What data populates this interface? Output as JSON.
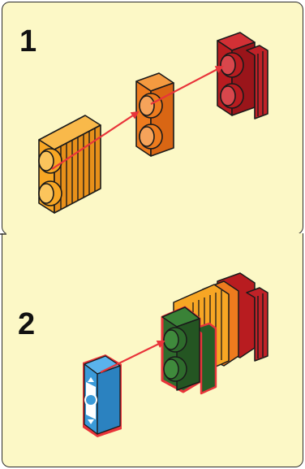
{
  "steps": [
    {
      "number": "1"
    },
    {
      "number": "2"
    }
  ],
  "colors": {
    "background": "#fcf8c6",
    "brick_orange_light": "#f7a624",
    "brick_orange": "#ee7b1e",
    "brick_red": "#b81c20",
    "brick_green": "#2e6b2c",
    "tile_blue": "#3a9ad8",
    "arrow_red": "#e8343a"
  },
  "icons": [
    "grille-brick",
    "plate-1x2",
    "bracket-brick",
    "printed-tile"
  ]
}
